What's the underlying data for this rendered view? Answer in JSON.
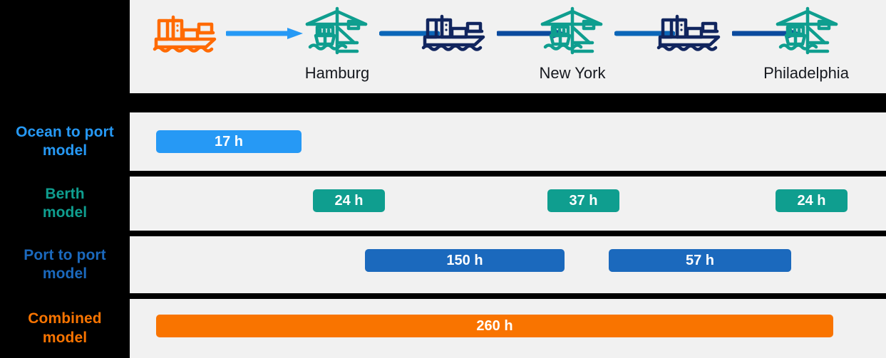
{
  "diagram": {
    "title": "Ocean shipment transit time model breakdown",
    "background_color": "#000000",
    "panel_color": "#f1f1f1"
  },
  "route": {
    "icons": [
      {
        "name": "cargo-ship-origin-icon",
        "color": "#ff6a00",
        "type": "ship"
      },
      {
        "name": "port-crane-hamburg-icon",
        "color": "#0f9e8f",
        "type": "crane"
      },
      {
        "name": "cargo-ship-atlantic-icon",
        "color": "#11255e",
        "type": "ship"
      },
      {
        "name": "port-crane-newyork-icon",
        "color": "#0f9e8f",
        "type": "crane"
      },
      {
        "name": "cargo-ship-coastal-icon",
        "color": "#11255e",
        "type": "ship"
      },
      {
        "name": "port-crane-philadelphia-icon",
        "color": "#0f9e8f",
        "type": "crane"
      }
    ],
    "arrows": [
      {
        "name": "arrow-origin-to-hamburg",
        "color": "#2699f5"
      },
      {
        "name": "arrow-hamburg-to-ship",
        "color": "#0b66b8"
      },
      {
        "name": "arrow-ship-to-newyork",
        "color": "#0b4a9e"
      },
      {
        "name": "arrow-newyork-to-ship",
        "color": "#0b66b8"
      },
      {
        "name": "arrow-ship-to-philadelphia",
        "color": "#0b4a9e"
      }
    ],
    "ports": [
      {
        "label": "Hamburg"
      },
      {
        "label": "New York"
      },
      {
        "label": "Philadelphia"
      }
    ]
  },
  "rows": [
    {
      "id": "ocean-to-port",
      "label": "Ocean to port\nmodel",
      "label_line1": "Ocean to port",
      "label_line2": "model",
      "label_color": "#2699f5",
      "bar_color": "#2699f5",
      "bars": [
        {
          "value": "17 h",
          "hours": 17
        }
      ]
    },
    {
      "id": "berth",
      "label": "Berth\nmodel",
      "label_line1": "Berth",
      "label_line2": "model",
      "label_color": "#0f9e8f",
      "bar_color": "#0f9e8f",
      "bars": [
        {
          "value": "24 h",
          "hours": 24
        },
        {
          "value": "37 h",
          "hours": 37
        },
        {
          "value": "24 h",
          "hours": 24
        }
      ]
    },
    {
      "id": "port-to-port",
      "label": "Port to port\nmodel",
      "label_line1": "Port to port",
      "label_line2": "model",
      "label_color": "#1b69bd",
      "bar_color": "#1b69bd",
      "bars": [
        {
          "value": "150 h",
          "hours": 150
        },
        {
          "value": "57 h",
          "hours": 57
        }
      ]
    },
    {
      "id": "combined",
      "label": "Combined\nmodel",
      "label_line1": "Combined",
      "label_line2": "model",
      "label_color": "#f97400",
      "bar_color": "#f97400",
      "bars": [
        {
          "value": "260 h",
          "hours": 260
        }
      ]
    }
  ],
  "chart_data": {
    "type": "bar",
    "title": "Transit time model breakdown (hours)",
    "xlabel": "",
    "ylabel": "",
    "categories": [
      "Ocean to port model",
      "Berth model",
      "Port to port model",
      "Combined model"
    ],
    "series": [
      {
        "name": "Ocean to port model",
        "values": [
          17
        ]
      },
      {
        "name": "Berth model",
        "values": [
          24,
          37,
          24
        ]
      },
      {
        "name": "Port to port model",
        "values": [
          150,
          57
        ]
      },
      {
        "name": "Combined model",
        "values": [
          260
        ]
      }
    ],
    "annotations": [
      "Hamburg",
      "New York",
      "Philadelphia"
    ]
  }
}
